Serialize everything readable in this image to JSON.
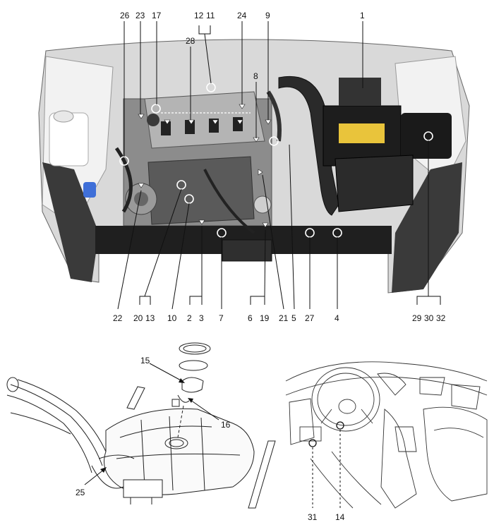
{
  "engine_bay": {
    "top_labels": [
      "26",
      "23",
      "17",
      "12",
      "11",
      "28",
      "24",
      "9",
      "8",
      "1"
    ],
    "bottom_labels": [
      "22",
      "20",
      "13",
      "10",
      "2",
      "3",
      "7",
      "6",
      "19",
      "21",
      "5",
      "27",
      "4",
      "29",
      "30",
      "32"
    ]
  },
  "fuel_tank": {
    "labels": [
      "15",
      "16",
      "25"
    ]
  },
  "cabin": {
    "labels": [
      "31",
      "14"
    ]
  }
}
